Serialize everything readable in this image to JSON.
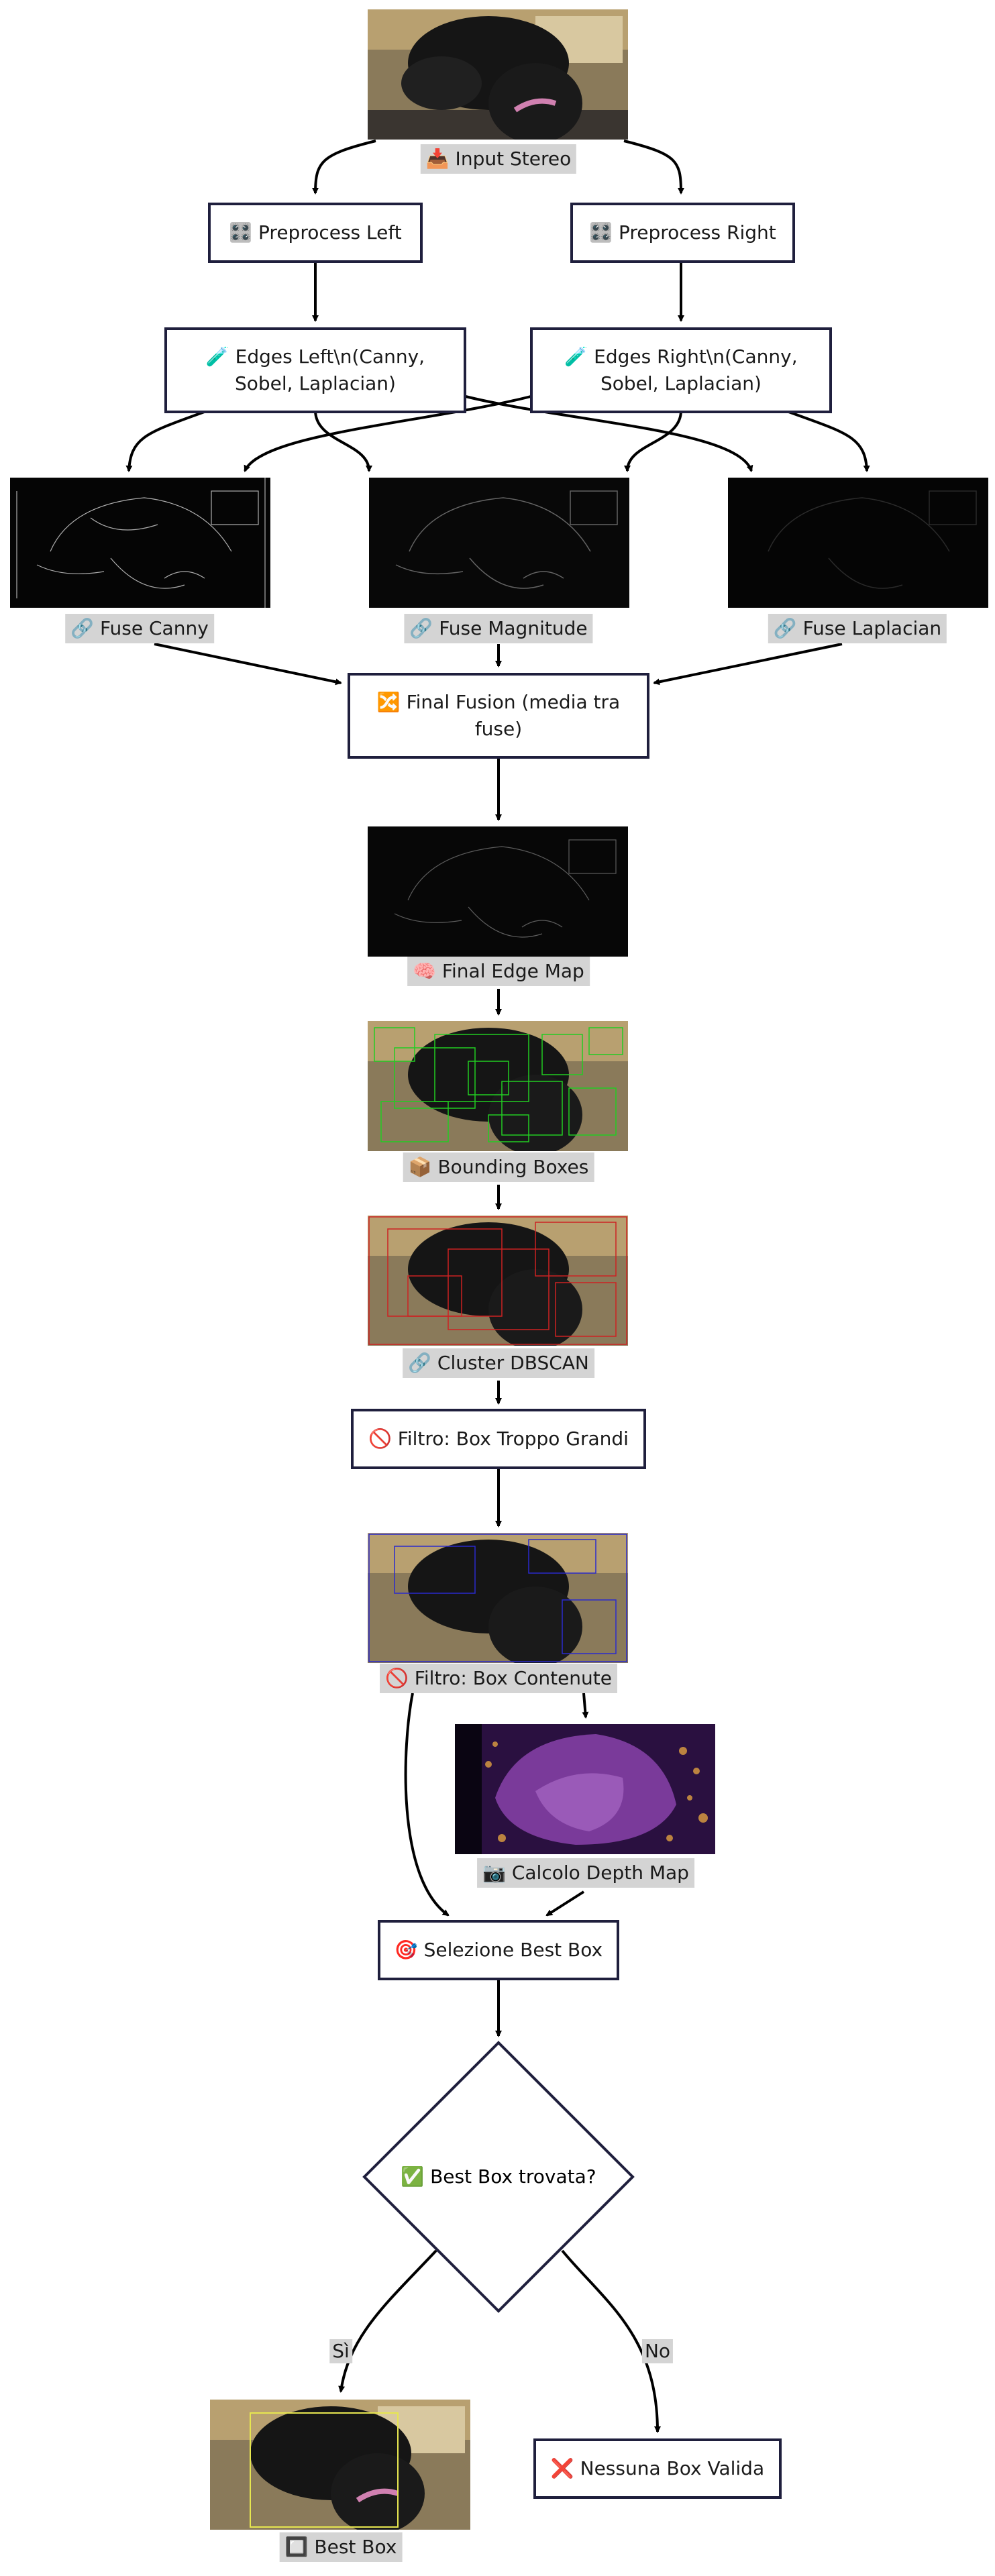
{
  "nodes": {
    "input": "📥 Input Stereo",
    "pre_left": "🎛️ Preprocess Left",
    "pre_right": "🎛️ Preprocess Right",
    "edges_left": [
      "🧪 Edges Left\\n(Canny,",
      "Sobel, Laplacian)"
    ],
    "edges_right": [
      "🧪 Edges Right\\n(Canny,",
      "Sobel, Laplacian)"
    ],
    "fuse_canny": "🔗 Fuse Canny",
    "fuse_magnitude": "🔗 Fuse Magnitude",
    "fuse_laplacian": "🔗 Fuse Laplacian",
    "final_fusion": [
      "🔀 Final Fusion (media tra",
      "fuse)"
    ],
    "final_edge_map": "🧠 Final Edge Map",
    "bounding_boxes": "📦 Bounding Boxes",
    "cluster": "🔗 Cluster DBSCAN",
    "filter_big": "🚫 Filtro: Box Troppo Grandi",
    "filter_contained": "🚫 Filtro: Box Contenute",
    "depth_map": "📷 Calcolo Depth Map",
    "select_best": "🎯 Selezione Best Box",
    "decision": "✅ Best Box trovata?",
    "none_valid": "❌ Nessuna Box Valida",
    "best_box": "🔲 Best Box"
  },
  "edge_labels": {
    "yes": "Sì",
    "no": "No"
  },
  "colors": {
    "node_border": "#1f1f3d",
    "label_bg": "#d4d4d4",
    "arrow": "#000000",
    "edge_green": "#22cc22",
    "box_red": "#cc2222",
    "box_blue": "#2a2acc",
    "box_yellow": "#e6e650",
    "depth_purple": "#7a3a9a"
  }
}
